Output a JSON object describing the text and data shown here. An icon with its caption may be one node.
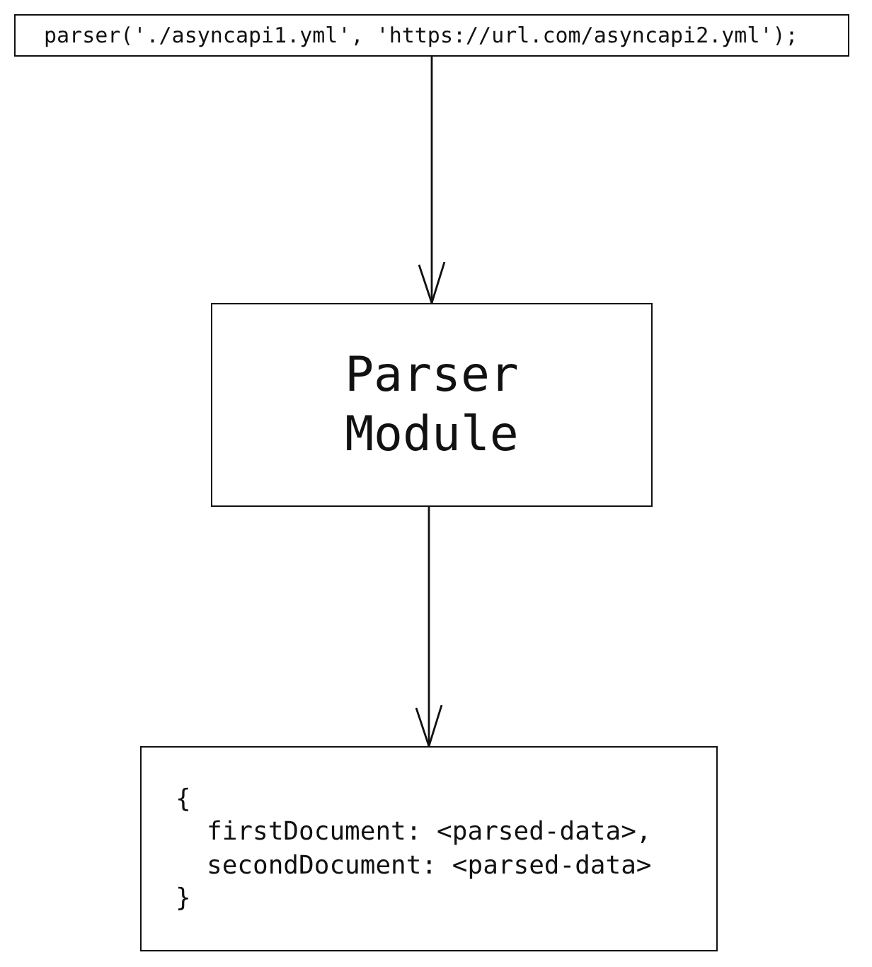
{
  "diagram": {
    "nodes": [
      {
        "text": [
          "parser('./asyncapi1.yml', 'https://url.com/asyncapi2.yml');"
        ]
      },
      {
        "text": [
          "Parser Module"
        ]
      },
      {
        "text": [
          "{",
          "firstDocument: <parsed-data>,",
          "secondDocument: <parsed-data>",
          "}"
        ]
      }
    ],
    "edges": [
      {
        "from": 0,
        "to": 1,
        "arrow": "to"
      },
      {
        "from": 1,
        "to": 2,
        "arrow": "to"
      }
    ]
  }
}
